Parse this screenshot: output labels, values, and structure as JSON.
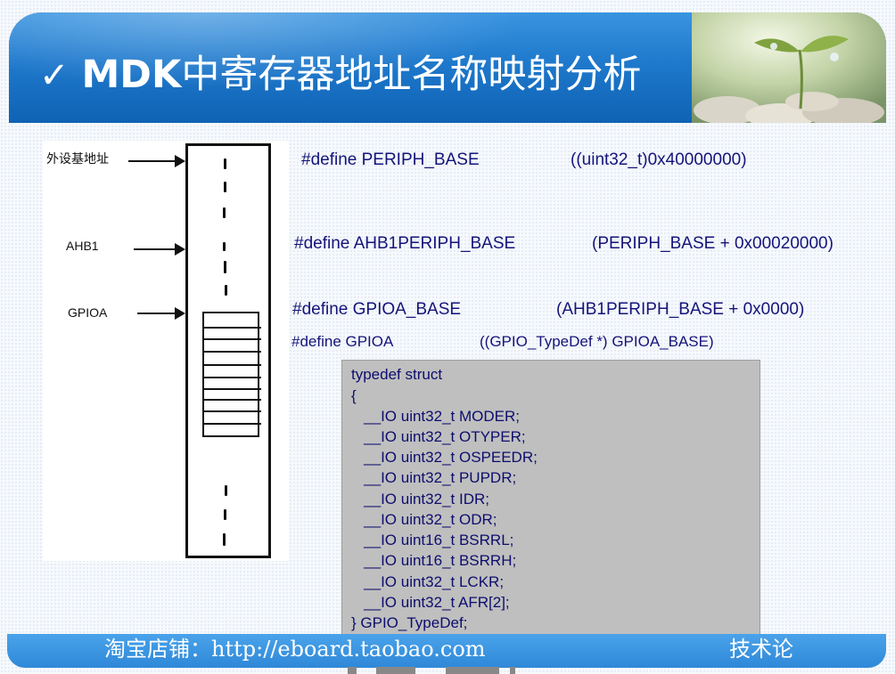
{
  "title": {
    "check": "✓",
    "mdk": "MDK",
    "rest": "中寄存器地址名称映射分析"
  },
  "diagram": {
    "labels": {
      "peripheral_base": "外设基地址",
      "ahb1": "AHB1",
      "gpioa": "GPIOA"
    }
  },
  "defines": [
    {
      "name": "#define PERIPH_BASE",
      "value": "((uint32_t)0x40000000)"
    },
    {
      "name": "#define AHB1PERIPH_BASE",
      "value": "(PERIPH_BASE + 0x00020000)"
    },
    {
      "name": "#define GPIOA_BASE",
      "value": "(AHB1PERIPH_BASE + 0x0000)"
    },
    {
      "name": "#define GPIOA",
      "value": "((GPIO_TypeDef *) GPIOA_BASE)"
    }
  ],
  "struct_code": [
    "typedef struct",
    "{",
    "   __IO uint32_t MODER;",
    "   __IO uint32_t OTYPER;",
    "   __IO uint32_t OSPEEDR;",
    "   __IO uint32_t PUPDR;",
    "   __IO uint32_t IDR;",
    "   __IO uint32_t ODR;",
    "   __IO uint16_t BSRRL;",
    "   __IO uint16_t BSRRH;",
    "   __IO uint32_t LCKR;",
    "   __IO uint32_t AFR[2];",
    "} GPIO_TypeDef;"
  ],
  "footer": {
    "url": "淘宝店铺：http://eboard.taobao.com",
    "right": "技术论"
  },
  "colors": {
    "title_bar": "#1f79cc",
    "footer_bar": "#2f88d8",
    "code_text": "#14147a",
    "struct_bg": "#bfbfbf"
  }
}
